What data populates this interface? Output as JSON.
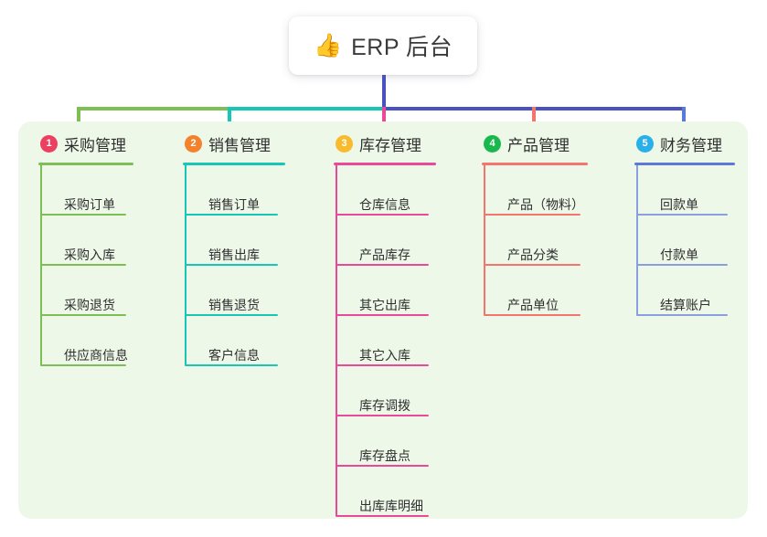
{
  "diagram": {
    "type": "mindmap-tree",
    "root": {
      "icon": "thumbs-up-icon",
      "icon_glyph": "👍",
      "label": "ERP 后台"
    },
    "panel_color": "#eef8e9",
    "branches": [
      {
        "number": "1",
        "title": "采购管理",
        "badge_color": "#ec4060",
        "rule_color": "#7ebf55",
        "line_color": "#7ebf55",
        "children": [
          "采购订单",
          "采购入库",
          "采购退货",
          "供应商信息"
        ]
      },
      {
        "number": "2",
        "title": "销售管理",
        "badge_color": "#f4812c",
        "rule_color": "#17c6b4",
        "line_color": "#17c6b4",
        "children": [
          "销售订单",
          "销售出库",
          "销售退货",
          "客户信息"
        ]
      },
      {
        "number": "3",
        "title": "库存管理",
        "badge_color": "#f8bb2e",
        "rule_color": "#ec4899",
        "line_color": "#ec4899",
        "children": [
          "仓库信息",
          "产品库存",
          "其它出库",
          "其它入库",
          "库存调拨",
          "库存盘点",
          "出库库明细"
        ]
      },
      {
        "number": "4",
        "title": "产品管理",
        "badge_color": "#18b84e",
        "rule_color": "#f4746e",
        "line_color": "#f4746e",
        "children": [
          "产品（物料）",
          "产品分类",
          "产品单位"
        ]
      },
      {
        "number": "5",
        "title": "财务管理",
        "badge_color": "#29b0e8",
        "rule_color": "#5b79d6",
        "line_color": "#8b9ede",
        "children": [
          "回款单",
          "付款单",
          "结算账户"
        ]
      }
    ],
    "connector": {
      "stem_color": "#4a52c0",
      "bar_segment_1_color": "#7ebf55",
      "bar_segment_2_color": "#17c6b4",
      "bar_segment_3_color": "#4a52c0"
    }
  }
}
